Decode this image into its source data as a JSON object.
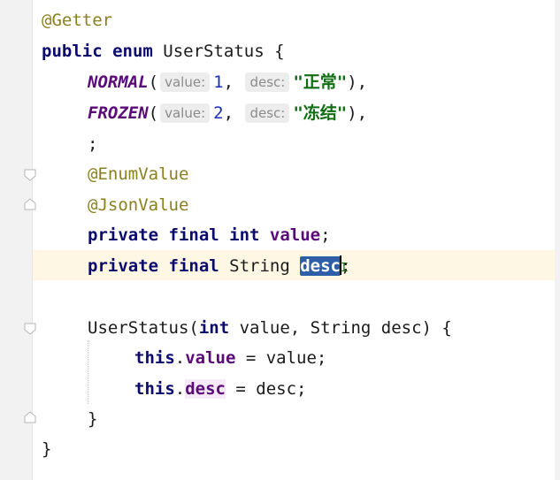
{
  "editor": {
    "language": "Java",
    "code": {
      "l1_annotation": "@Getter",
      "l2_kw": "public enum",
      "l2_name": " UserStatus {",
      "l3_const": "NORMAL",
      "l3_open": "(",
      "l3_hint_value": "value:",
      "l3_num": "1",
      "l3_comma": ", ",
      "l3_hint_desc": "desc:",
      "l3_str": "\"正常\"",
      "l3_close": "),",
      "l4_const": "FROZEN",
      "l4_open": "(",
      "l4_hint_value": "value:",
      "l4_num": "2",
      "l4_comma": ", ",
      "l4_hint_desc": "desc:",
      "l4_str": "\"冻结\"",
      "l4_close": "),",
      "l5_semicolon": ";",
      "l6_annotation": "@EnumValue",
      "l7_annotation": "@JsonValue",
      "l8_kw": "private final int",
      "l8_field": "value",
      "l8_end": ";",
      "l9_kw": "private final",
      "l9_type": " String ",
      "l9_selected": "desc",
      "l9_end": ";",
      "l11_name": "UserStatus(",
      "l11_kw": "int",
      "l11_rest": " value, String desc) {",
      "l12_this": "this",
      "l12_dot": ".",
      "l12_field": "value",
      "l12_rest": " = value;",
      "l13_this": "this",
      "l13_dot": ".",
      "l13_field": "desc",
      "l13_rest": " = desc;",
      "l14_brace": "}",
      "l15_brace": "}"
    },
    "colors": {
      "annotation": "#8a7f1f",
      "keyword": "#0b0b6e",
      "constant": "#5b0b78",
      "string": "#0f6d12",
      "number": "#1a2fbf",
      "selection": "#2f5ea8",
      "current_line": "#fdf7e3"
    }
  }
}
